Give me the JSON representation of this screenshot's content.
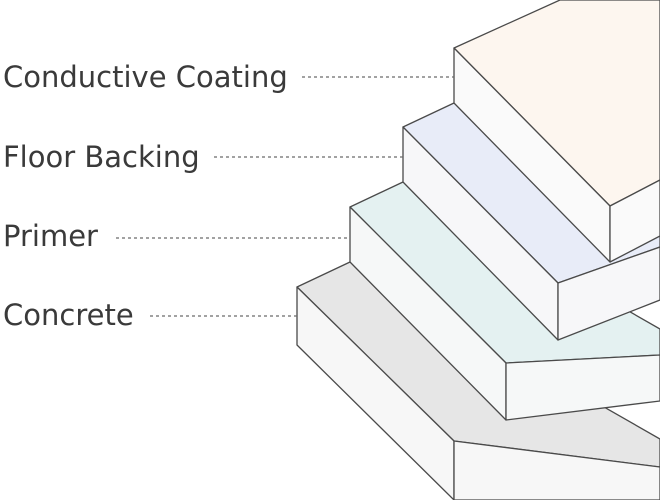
{
  "layers": [
    {
      "label": "Conductive Coating",
      "top_color": "#fdf6ef",
      "side_color": "#fafafa"
    },
    {
      "label": "Floor Backing",
      "top_color": "#e8ecf8",
      "side_color": "#f7f7f9"
    },
    {
      "label": "Primer",
      "top_color": "#e4f1f1",
      "side_color": "#f6f8f8"
    },
    {
      "label": "Concrete",
      "top_color": "#e6e6e6",
      "side_color": "#f7f7f7"
    }
  ]
}
